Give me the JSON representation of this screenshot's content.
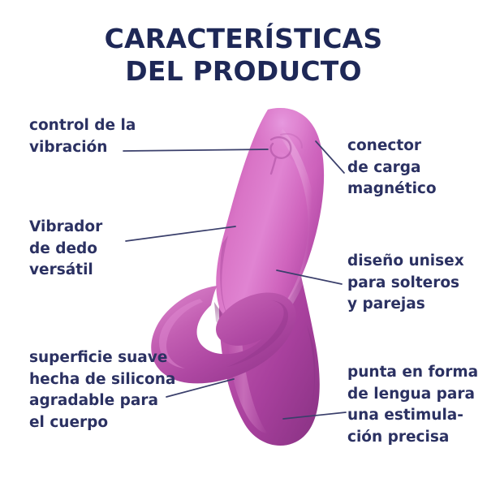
{
  "page": {
    "background_color": "#ffffff",
    "text_color": "#2b3162",
    "title_color": "#1e2857",
    "leader_line_color": "#3a3f6b",
    "product_colors": {
      "highlight": "#e07fd0",
      "light": "#d976c6",
      "mid": "#c45fb4",
      "base": "#b44aa6",
      "shadow": "#9a3d92",
      "deep": "#8a3585"
    }
  },
  "title": {
    "line1": "CARACTERÍSTICAS",
    "line2": "DEL PRODUCTO"
  },
  "callouts": {
    "control_vibracion": {
      "line1": "control de la",
      "line2": "vibración"
    },
    "vibrador_dedo": {
      "line1": "Vibrador",
      "line2": "de dedo",
      "line3": "versátil"
    },
    "superficie_silicona": {
      "line1": "superficie suave",
      "line2": "hecha de silicona",
      "line3": "agradable para",
      "line4": "el cuerpo"
    },
    "conector_carga": {
      "line1": "conector",
      "line2": "de carga",
      "line3": "magnético"
    },
    "diseno_unisex": {
      "line1": "diseño unisex",
      "line2": "para solteros",
      "line3": "y parejas"
    },
    "punta_lengua": {
      "line1": "punta en forma",
      "line2": "de lengua para",
      "line3": "una estimula-",
      "line4": "ción precisa"
    }
  },
  "product": {
    "name": "finger-vibrator-product-illustration",
    "parts": {
      "upper_body": "upper-teardrop-body",
      "control_button": "control-button-emboss",
      "finger_loop": "finger-loop-ring",
      "lower_tail": "tapered-tongue-tail"
    }
  }
}
